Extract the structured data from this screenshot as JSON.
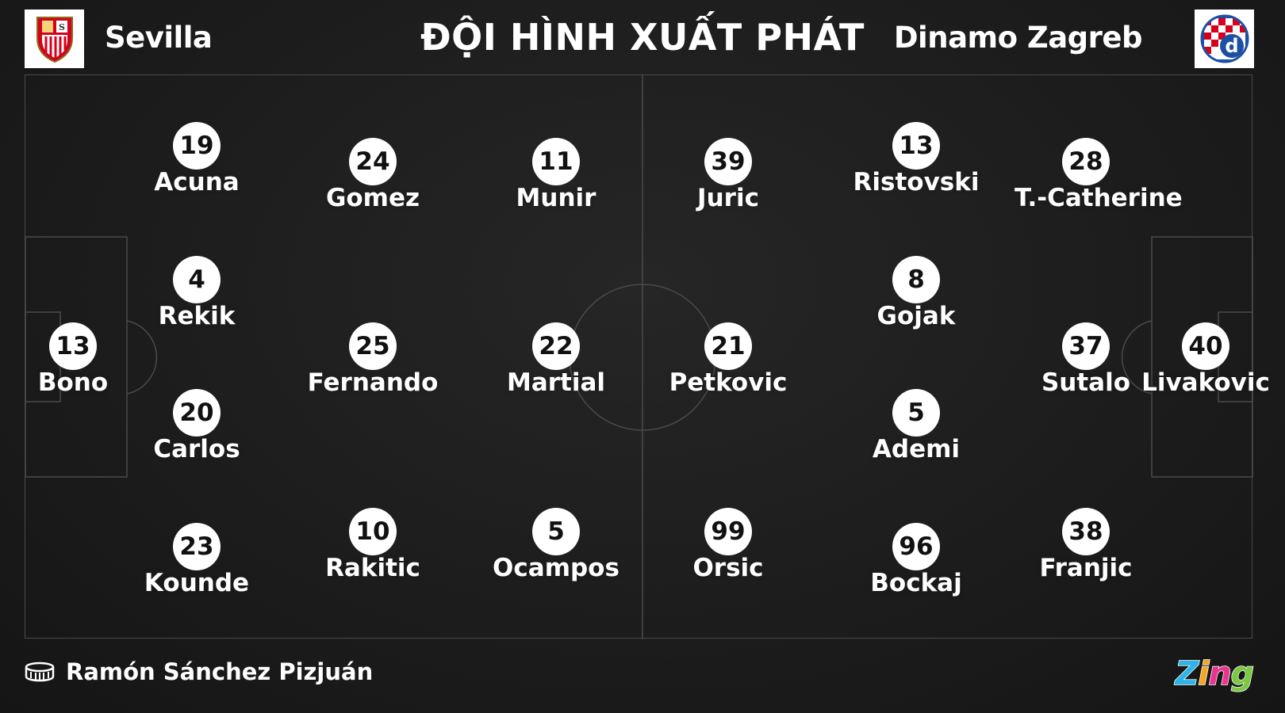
{
  "title": "ĐỘI HÌNH XUẤT PHÁT",
  "home_team": {
    "name": "Sevilla",
    "logo_icon": "sevilla-crest-icon"
  },
  "away_team": {
    "name": "Dinamo Zagreb",
    "logo_icon": "dinamo-zagreb-crest-icon"
  },
  "venue": {
    "icon": "stadium-icon",
    "name": "Ramón Sánchez Pizjuán"
  },
  "brand": "Zing",
  "colors": {
    "background": "#1b1b1b",
    "lines": "#4a4a4a",
    "badge": "#ffffff",
    "badge_text": "#111111"
  },
  "home_players": [
    {
      "number": "13",
      "name": "Bono"
    },
    {
      "number": "19",
      "name": "Acuna"
    },
    {
      "number": "4",
      "name": "Rekik"
    },
    {
      "number": "20",
      "name": "Carlos"
    },
    {
      "number": "23",
      "name": "Kounde"
    },
    {
      "number": "24",
      "name": "Gomez"
    },
    {
      "number": "25",
      "name": "Fernando"
    },
    {
      "number": "10",
      "name": "Rakitic"
    },
    {
      "number": "11",
      "name": "Munir"
    },
    {
      "number": "22",
      "name": "Martial"
    },
    {
      "number": "5",
      "name": "Ocampos"
    }
  ],
  "away_players": [
    {
      "number": "39",
      "name": "Juric"
    },
    {
      "number": "21",
      "name": "Petkovic"
    },
    {
      "number": "99",
      "name": "Orsic"
    },
    {
      "number": "13",
      "name": "Ristovski"
    },
    {
      "number": "8",
      "name": "Gojak"
    },
    {
      "number": "5",
      "name": "Ademi"
    },
    {
      "number": "96",
      "name": "Bockaj"
    },
    {
      "number": "28",
      "name": "T.-Catherine"
    },
    {
      "number": "37",
      "name": "Sutalo"
    },
    {
      "number": "38",
      "name": "Franjic"
    },
    {
      "number": "40",
      "name": "Livakovic"
    }
  ]
}
